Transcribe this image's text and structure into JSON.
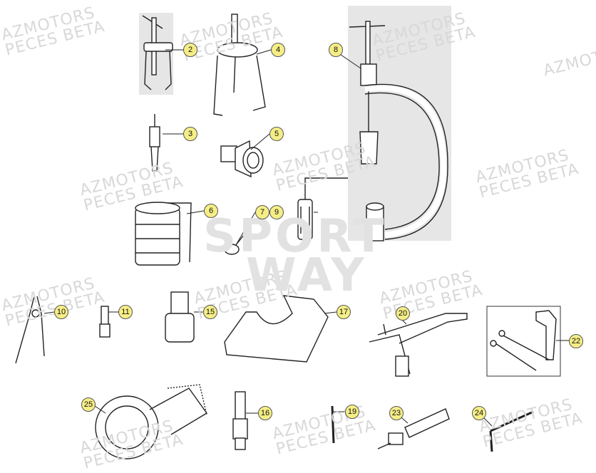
{
  "watermark": {
    "line1": "AZMOTORS",
    "line2": "PECES BETA"
  },
  "logo": {
    "line1": "SPORT",
    "line2": "WAY"
  },
  "callouts": [
    "2",
    "4",
    "8",
    "3",
    "5",
    "6",
    "7",
    "9",
    "10",
    "11",
    "15",
    "17",
    "20",
    "22",
    "25",
    "16",
    "19",
    "23",
    "24"
  ],
  "colors": {
    "callout_fill": "#f5ee86",
    "line": "#222222",
    "panel": "#e6e6e6",
    "watermark": "#d8d8d8"
  }
}
